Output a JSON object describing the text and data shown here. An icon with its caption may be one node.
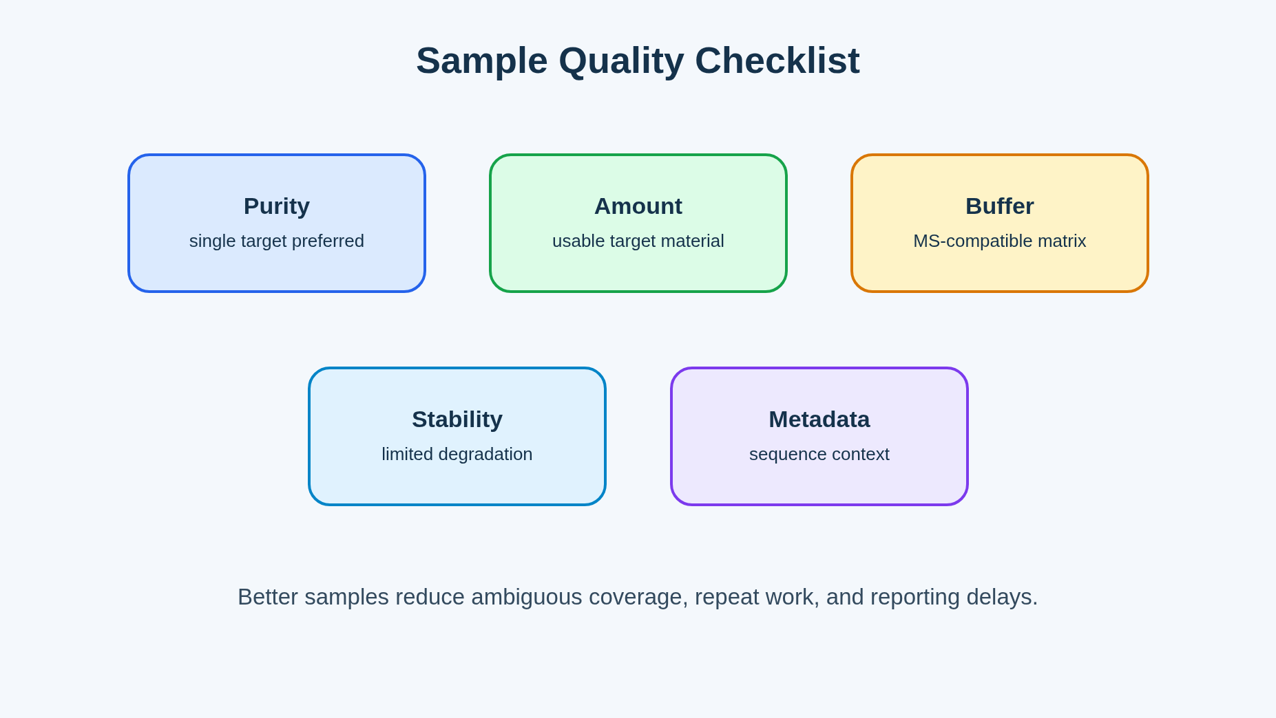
{
  "diagram": {
    "title": "Sample Quality Checklist",
    "nodes": [
      {
        "text": [
          "Purity",
          "single target preferred"
        ]
      },
      {
        "text": [
          "Amount",
          "usable target material"
        ]
      },
      {
        "text": [
          "Buffer",
          "MS-compatible matrix"
        ]
      },
      {
        "text": [
          "Stability",
          "limited degradation"
        ]
      },
      {
        "text": [
          "Metadata",
          "sequence context"
        ]
      }
    ],
    "labels": [
      "Better samples reduce ambiguous coverage, repeat work, and reporting delays."
    ]
  }
}
